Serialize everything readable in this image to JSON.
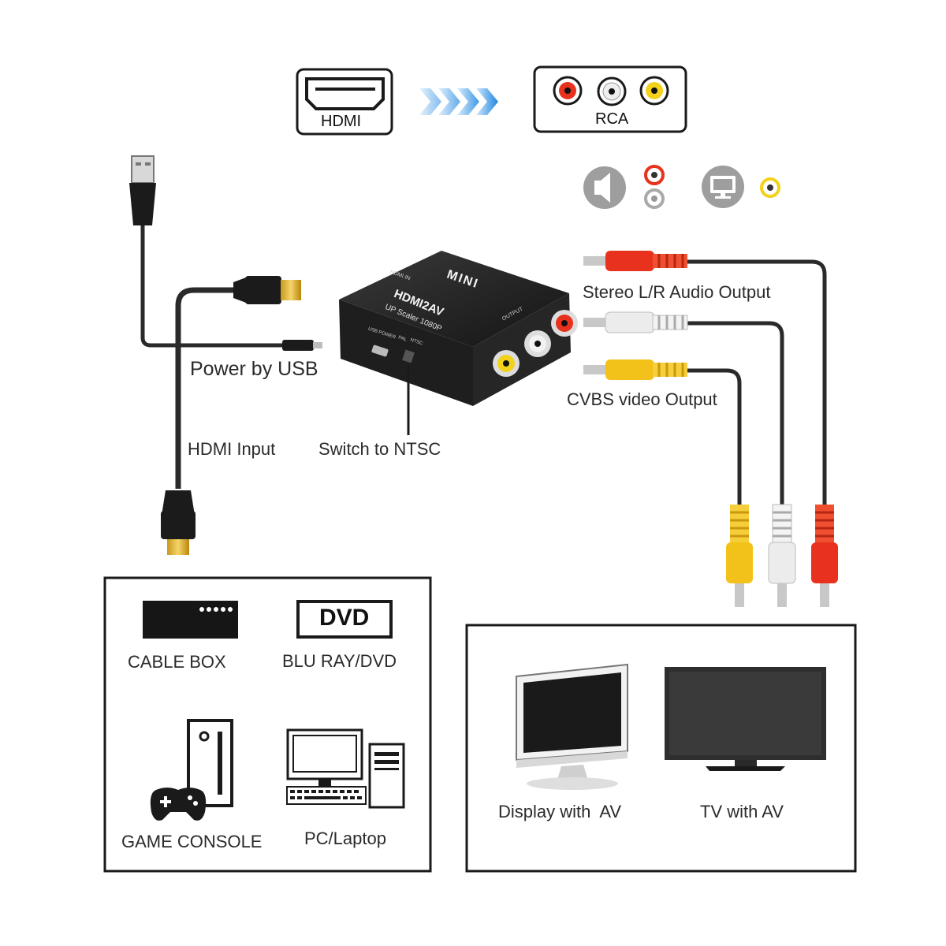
{
  "header": {
    "hdmi_label": "HDMI",
    "rca_label": "RCA"
  },
  "device": {
    "brand": "MINI",
    "model": "HDMI2AV",
    "subtitle": "UP Scaler 1080P",
    "port_in": "HDMI IN",
    "port_usb": "USB POWER",
    "port_pal": "PAL",
    "port_ntsc": "NTSC",
    "port_out": "OUTPUT"
  },
  "labels": {
    "power_usb": "Power by USB",
    "hdmi_input": "HDMI Input",
    "switch_ntsc": "Switch to NTSC",
    "stereo_audio": "Stereo L/R Audio Output",
    "cvbs_video": "CVBS video Output"
  },
  "sources": {
    "dvd_badge": "DVD",
    "cable_box": "CABLE BOX",
    "blu_ray": "BLU RAY/DVD",
    "game_console": "GAME CONSOLE",
    "pc_laptop": "PC/Laptop"
  },
  "outputs": {
    "display_av": "Display with  AV",
    "tv_av": "TV with AV"
  },
  "colors": {
    "red_plug": "#e8321e",
    "white_plug": "#e6e6e6",
    "yellow_plug": "#f3c21a",
    "arrow_blue": "#2f8fe0",
    "device_black": "#1c1c1c"
  }
}
